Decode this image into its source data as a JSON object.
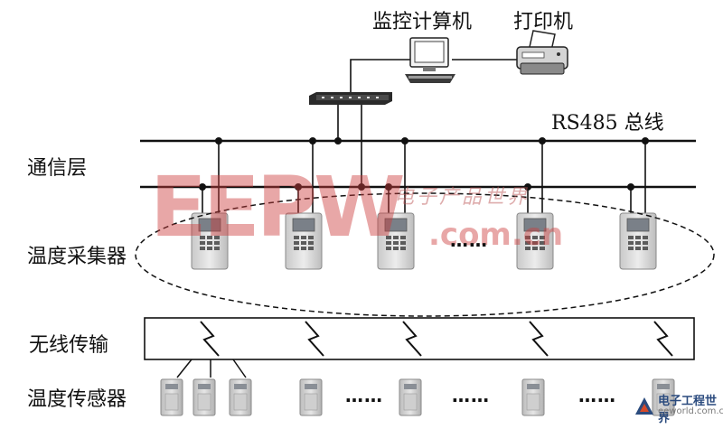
{
  "top_labels": {
    "computer": "监控计算机",
    "printer": "打印机"
  },
  "bus_label": "RS485 总线",
  "layers": {
    "communication": "通信层",
    "collector": "温度采集器",
    "wireless": "无线传输",
    "sensor": "温度传感器"
  },
  "ellipsis": "……",
  "watermark": {
    "big": "EEPW",
    "com": ".com.cn",
    "cn": "电子产品世界"
  },
  "logo": {
    "title": "电子工程世界",
    "url": "eeworld.com.cn"
  },
  "icons": [
    "computer-icon",
    "printer-icon",
    "hub-icon",
    "collector-device-icon",
    "wireless-link-icon",
    "sensor-device-icon"
  ],
  "colors": {
    "line": "#111111",
    "device_body": "#d8d8d8",
    "device_screen": "#7a8088",
    "watermark": "#cd3c3c"
  }
}
